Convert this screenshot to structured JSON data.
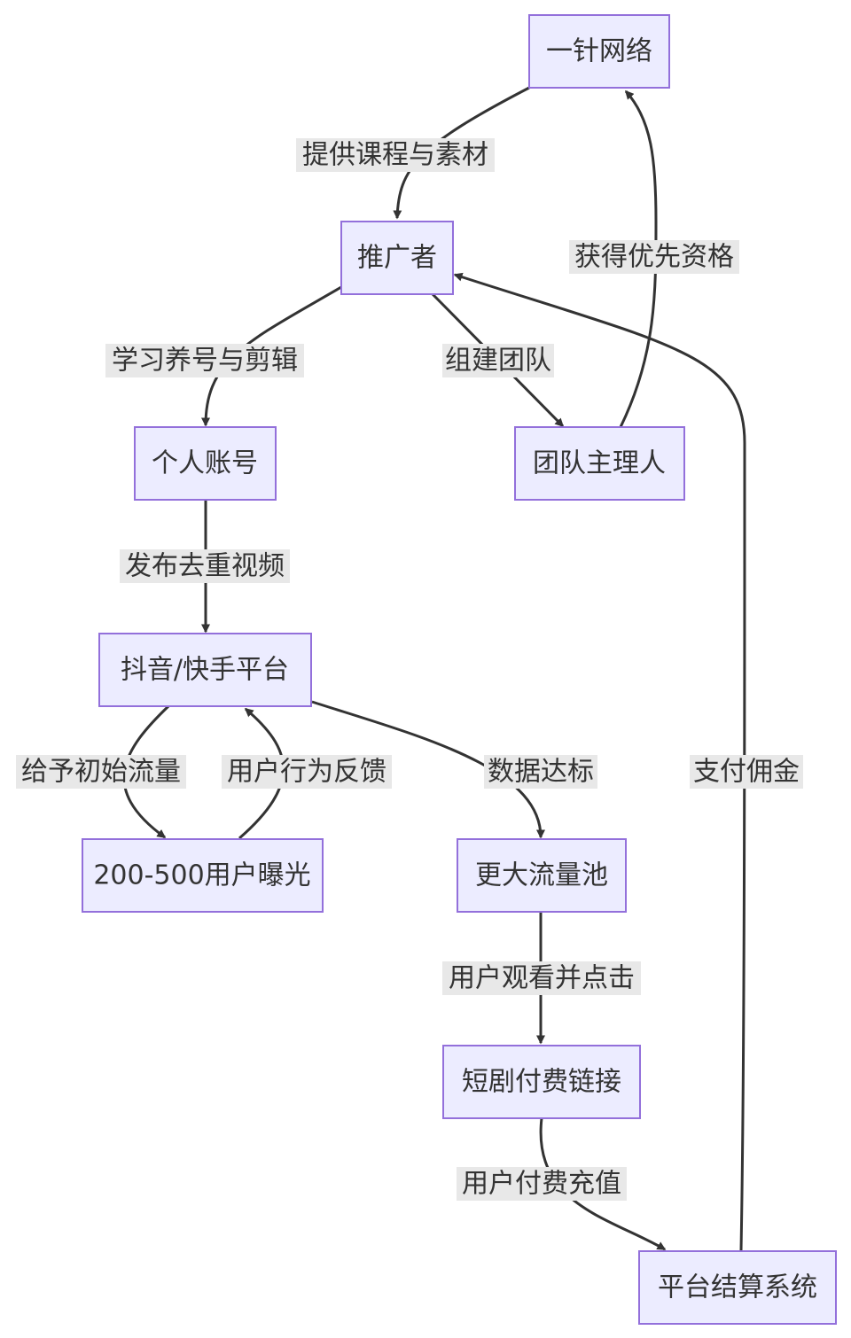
{
  "colors": {
    "node_fill": "#ECECFF",
    "node_border": "#9370DB",
    "edge": "#333333",
    "edge_label_bg": "#e8e8e8",
    "text": "#333333"
  },
  "nodes": {
    "yizhen": "一针网络",
    "promoter": "推广者",
    "account": "个人账号",
    "leader": "团队主理人",
    "platform": "抖音/快手平台",
    "exposure": "200-500用户曝光",
    "pool": "更大流量池",
    "link": "短剧付费链接",
    "settle": "平台结算系统"
  },
  "edges": {
    "e1": "提供课程与素材",
    "e2": "学习养号与剪辑",
    "e3": "组建团队",
    "e4": "获得优先资格",
    "e5": "发布去重视频",
    "e6": "给予初始流量",
    "e7": "用户行为反馈",
    "e8": "数据达标",
    "e9": "用户观看并点击",
    "e10": "用户付费充值",
    "e11": "支付佣金"
  }
}
